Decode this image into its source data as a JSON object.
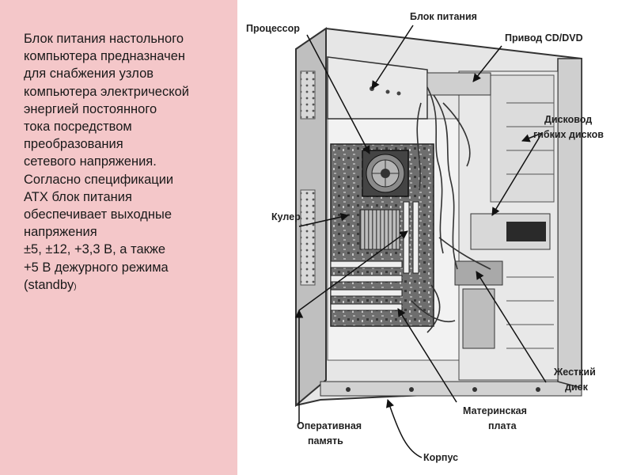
{
  "description": {
    "text": "Блок питания настольного\nкомпьютера предназначен\nдля снабжения узлов\nкомпьютера электрической\nэнергией постоянного\nтока посредством\nпреобразования\nсетевого напряжения.\nСогласно спецификации\nATX блок питания\nобеспечивает выходные\nнапряжения\n±5, ±12, +3,3 В, а также\n+5 В дежурного режима\n(standby",
    "tail": ")"
  },
  "labels": {
    "processor": "Процессор",
    "psu": "Блок питания",
    "cd_drive": "Привод CD/DVD",
    "floppy_line1": "Дисковод",
    "floppy_line2": "гибких дисков",
    "cooler": "Кулер",
    "hdd_line1": "Жесткий",
    "hdd_line2": "диск",
    "motherboard_line1": "Материнская",
    "motherboard_line2": "плата",
    "ram_line1": "Оперативная",
    "ram_line2": "память",
    "case": "Корпус"
  }
}
